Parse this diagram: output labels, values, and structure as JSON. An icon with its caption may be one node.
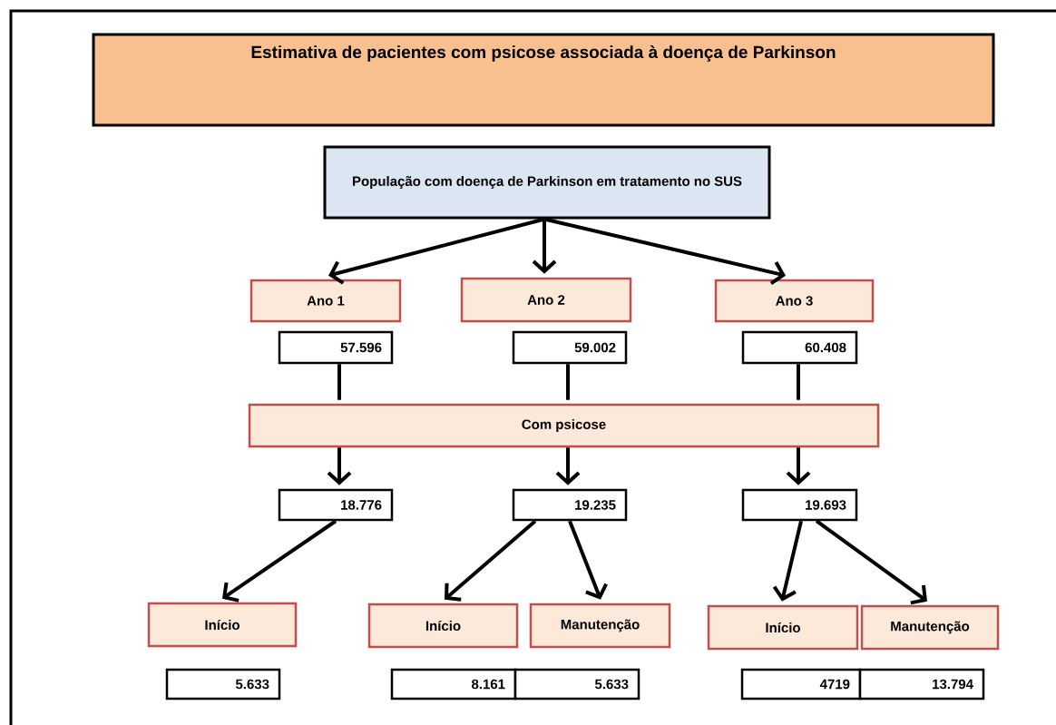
{
  "diagram": {
    "nodes": [
      {
        "text": [
          "Estimativa de pacientes com psicose associada à doença de Parkinson"
        ]
      },
      {
        "text": [
          "População com  doença de Parkinson em tratamento no SUS"
        ]
      },
      {
        "text": [
          "Ano 1"
        ]
      },
      {
        "text": [
          "Ano 2"
        ]
      },
      {
        "text": [
          "Ano 3"
        ]
      },
      {
        "text": [
          "57.596"
        ]
      },
      {
        "text": [
          "59.002"
        ]
      },
      {
        "text": [
          "60.408"
        ]
      },
      {
        "text": [
          "Com psicose"
        ]
      },
      {
        "text": [
          "18.776"
        ]
      },
      {
        "text": [
          "19.235"
        ]
      },
      {
        "text": [
          "19.693"
        ]
      },
      {
        "text": [
          "Início"
        ]
      },
      {
        "text": [
          "Início"
        ]
      },
      {
        "text": [
          "Manutenção"
        ]
      },
      {
        "text": [
          "Início"
        ]
      },
      {
        "text": [
          "Manutenção"
        ]
      },
      {
        "text": [
          "5.633"
        ]
      },
      {
        "text": [
          "8.161"
        ]
      },
      {
        "text": [
          "5.633"
        ]
      },
      {
        "text": [
          "4719"
        ]
      },
      {
        "text": [
          "13.794"
        ]
      }
    ],
    "edges": [
      {
        "from": 1,
        "to": 2,
        "arrow": "to"
      },
      {
        "from": 1,
        "to": 3,
        "arrow": "to"
      },
      {
        "from": 1,
        "to": 4,
        "arrow": "to"
      },
      {
        "from": 5,
        "to": 8,
        "arrow": "none"
      },
      {
        "from": 6,
        "to": 8,
        "arrow": "none"
      },
      {
        "from": 7,
        "to": 8,
        "arrow": "none"
      },
      {
        "from": 8,
        "to": 9,
        "arrow": "to"
      },
      {
        "from": 8,
        "to": 10,
        "arrow": "to"
      },
      {
        "from": 8,
        "to": 11,
        "arrow": "to"
      },
      {
        "from": 9,
        "to": 12,
        "arrow": "to"
      },
      {
        "from": 10,
        "to": 13,
        "arrow": "to"
      },
      {
        "from": 10,
        "to": 14,
        "arrow": "to"
      },
      {
        "from": 11,
        "to": 15,
        "arrow": "to"
      },
      {
        "from": 11,
        "to": 16,
        "arrow": "to"
      }
    ]
  }
}
